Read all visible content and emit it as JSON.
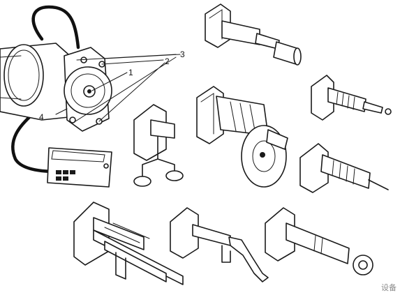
{
  "diagram": {
    "callouts": [
      {
        "id": "c1",
        "text": "1"
      },
      {
        "id": "c2",
        "text": "2"
      },
      {
        "id": "c3",
        "text": "3"
      },
      {
        "id": "c4",
        "text": "4"
      }
    ],
    "watermark": "设备"
  },
  "colors": {
    "ink": "#1a1a1a",
    "paper": "#ffffff"
  }
}
